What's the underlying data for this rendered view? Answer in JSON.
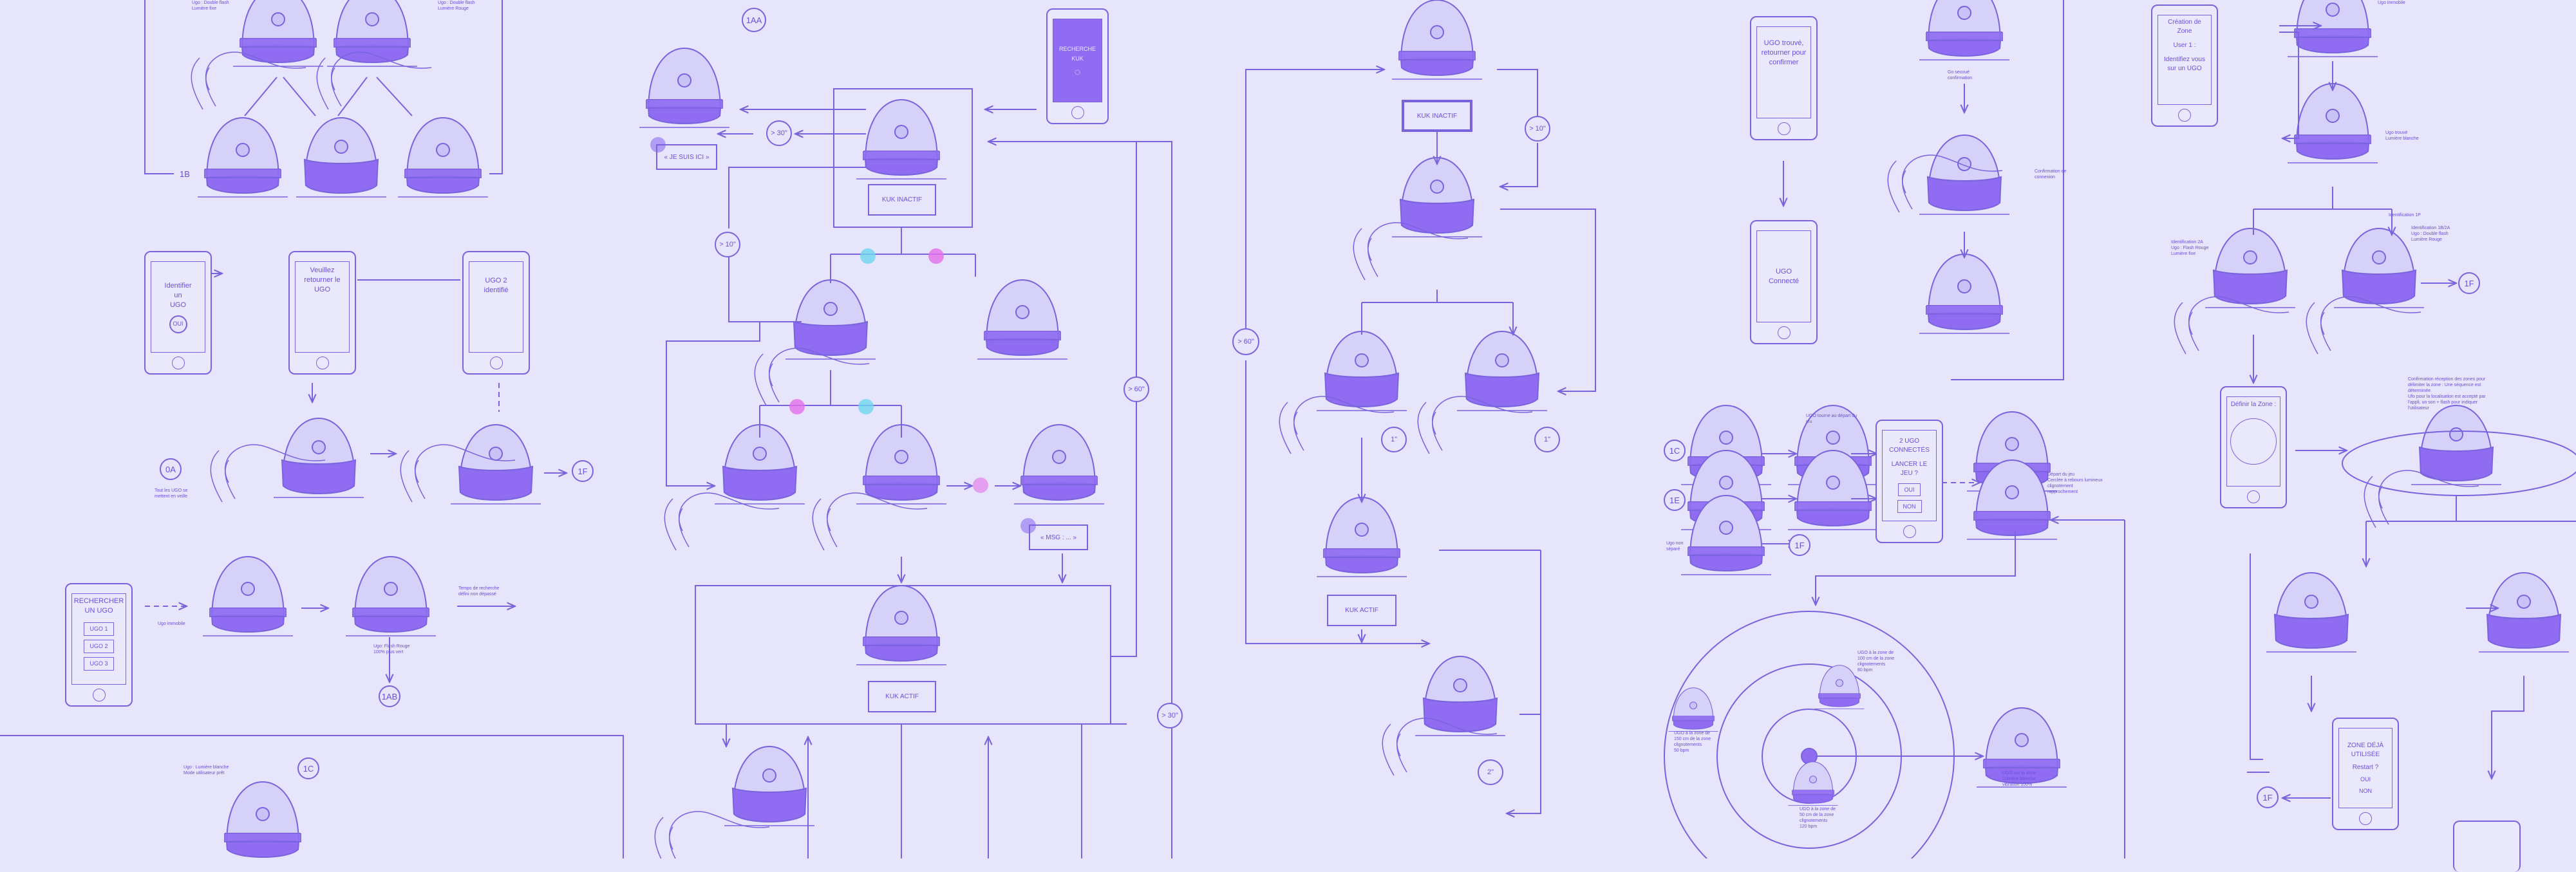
{
  "colors": {
    "background": "#e6e5fb",
    "line": "#7b63de",
    "fill": "#8f6cf2",
    "shell": "#d6d1f8",
    "pink": "#e46fe8",
    "cyan": "#6fd4ef"
  },
  "phones": {
    "identify": {
      "line1": "Identifier",
      "line2": "un",
      "line3": "UGO",
      "button": "OUI"
    },
    "move": {
      "line1": "Veuillez",
      "line2": "retourner le",
      "line3": "UGO"
    },
    "identified": {
      "line1": "UGO 2 identifié"
    },
    "search": {
      "line1": "RECHERCHER",
      "line2": "UN UGO",
      "items": [
        "UGO 1",
        "UGO 2",
        "UGO 3"
      ]
    },
    "scan": {
      "line1": "RECHERCHE",
      "line2": "KUK"
    },
    "found": {
      "line1": "UGO trouvé,",
      "line2": "retourner pour",
      "line3": "confirmer"
    },
    "connected": {
      "line1": "UGO Connecté"
    },
    "launch": {
      "line1": "2 UGO",
      "line2": "CONNECTÉS",
      "line3": "LANCER LE JEU ?",
      "yes": "OUI",
      "no": "NON"
    },
    "zone": {
      "line1": "Création de Zone",
      "line2": "User 1 :",
      "line3": "Identifiez vous",
      "line4": "sur un UGO"
    },
    "define": {
      "line1": "Définir la Zone :"
    },
    "used": {
      "line1": "ZONE DÉJÀ",
      "line2": "UTILISÉE",
      "line3": "Restart ?",
      "yes": "OUI",
      "no": "NON"
    }
  },
  "boxes": {
    "inactive1": "KUK INACTIF",
    "active1": "KUK ACTIF",
    "inactive2": "KUK INACTIF",
    "active2": "KUK ACTIF",
    "suisla": "« JE SUIS ICI »",
    "msg": "« MSG : ... »"
  },
  "circles": {
    "c1B": "1B",
    "c0A": "0A",
    "c1F_a": "1F",
    "c1AB": "1AB",
    "c1C_a": "1C",
    "c1AA": "1AA",
    "c30": "> 30\"",
    "c10a": "> 10\"",
    "c60a": "> 60\"",
    "c30b": "> 30\"",
    "c10b": "> 10\"",
    "c60b": "> 60\"",
    "c1s": "1\"",
    "c1s2": "1\"",
    "c2s": "2\"",
    "c1C_b": "1C",
    "c1E": "1E",
    "c1F_b": "1F",
    "c1F_c": "1F",
    "c1F_d": "1F"
  },
  "notes": {
    "n1": "Ugo : Double flash",
    "n1b": "Lumière fixe",
    "n2": "Ugo : Double flash",
    "n2b": "Lumière Rouge",
    "n3": "Tout les UGO se",
    "n3b": "mettent en veille",
    "n4": "Ugo immobile",
    "n5": "Temps de recherche",
    "n5b": "défini non dépassé",
    "n6": "Ugo: Flash Rouge",
    "n6b": "100% plus vert",
    "n7": "Ugo : Lumière blanche",
    "n7b": "Mode utilisateur prêt",
    "n8": "Go secoué",
    "n8b": "confirmation",
    "n9": "Confirmation de",
    "n9b": "connexion",
    "n10": "UGO tourne au départ du",
    "n10b": "jeu",
    "n11": "Départ du jeu",
    "n11b": "Cerclée à rebours lumineux",
    "n11c": "clignotement",
    "n11d": "rapprochement",
    "n12": "Ugo non",
    "n12b": "séparé",
    "n13": "UGO à la zone de",
    "n13b": "150 cm de la zone",
    "n13c": "clignotements",
    "n13d": "50 bpm",
    "n14": "UGO à la zone de",
    "n14b": "100 cm de la zone",
    "n14c": "clignotements",
    "n14d": "80 bpm",
    "n15": "UGO à la zone de",
    "n15b": "50 cm de la zone",
    "n15c": "clignotements",
    "n15d": "120 bpm",
    "n16": "UGO sur la zone :",
    "n16b": "Lumière blanche",
    "n16c": "vibration 100%",
    "n17": "Ugo immobile",
    "n18": "Ugo trouvé",
    "n18b": "Lumière blanche",
    "n19": "Identification 1P",
    "n20": "Identification 2A",
    "n20b": "Ugo : Flash Rouge",
    "n20c": "Lumière fixe",
    "n21": "Identification 1B/2A",
    "n21b": "Ugo : Double flash",
    "n21c": "Lumière Rouge",
    "n22": "Confirmation réception des zones pour",
    "n22b": "délimiter la zone : Une séquence est",
    "n22c": "déterminée.",
    "n22d": "Ufo pour la localisation est accepté par",
    "n22e": "l'appli, un son + flash pour indiquer",
    "n22f": "l'utilisateur"
  }
}
